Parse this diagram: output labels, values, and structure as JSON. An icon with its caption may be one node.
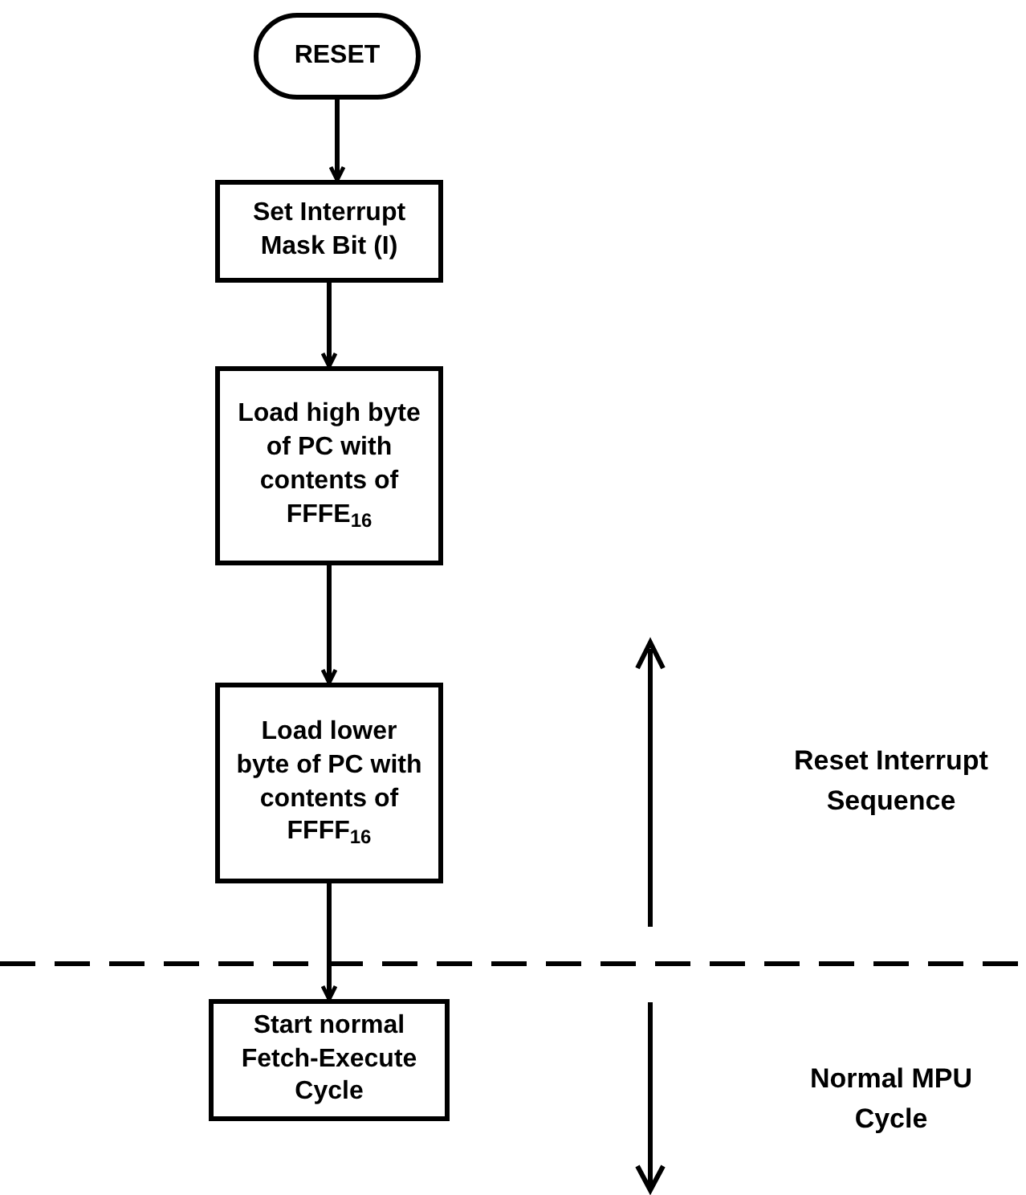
{
  "diagram": {
    "nodes": [
      {
        "text": [
          "RESET"
        ]
      },
      {
        "text": [
          "Set Interrupt Mask Bit (I)"
        ]
      },
      {
        "text": [
          "Load high byte of PC with contents of FFFE$_{16}$"
        ]
      },
      {
        "text": [
          "Load lower byte of PC with contents of FFFF$_{16}$"
        ]
      },
      {
        "text": [
          "Start normal Fetch-Execute Cycle"
        ]
      }
    ],
    "edges": [
      {
        "from": 0,
        "to": 1,
        "arrow": "to"
      },
      {
        "from": 1,
        "to": 2,
        "arrow": "to"
      },
      {
        "from": 2,
        "to": 3,
        "arrow": "to"
      },
      {
        "from": 3,
        "to": 4,
        "arrow": "to"
      }
    ],
    "labels": [
      "Reset Interrupt Sequence",
      "Normal MPU Cycle"
    ]
  }
}
